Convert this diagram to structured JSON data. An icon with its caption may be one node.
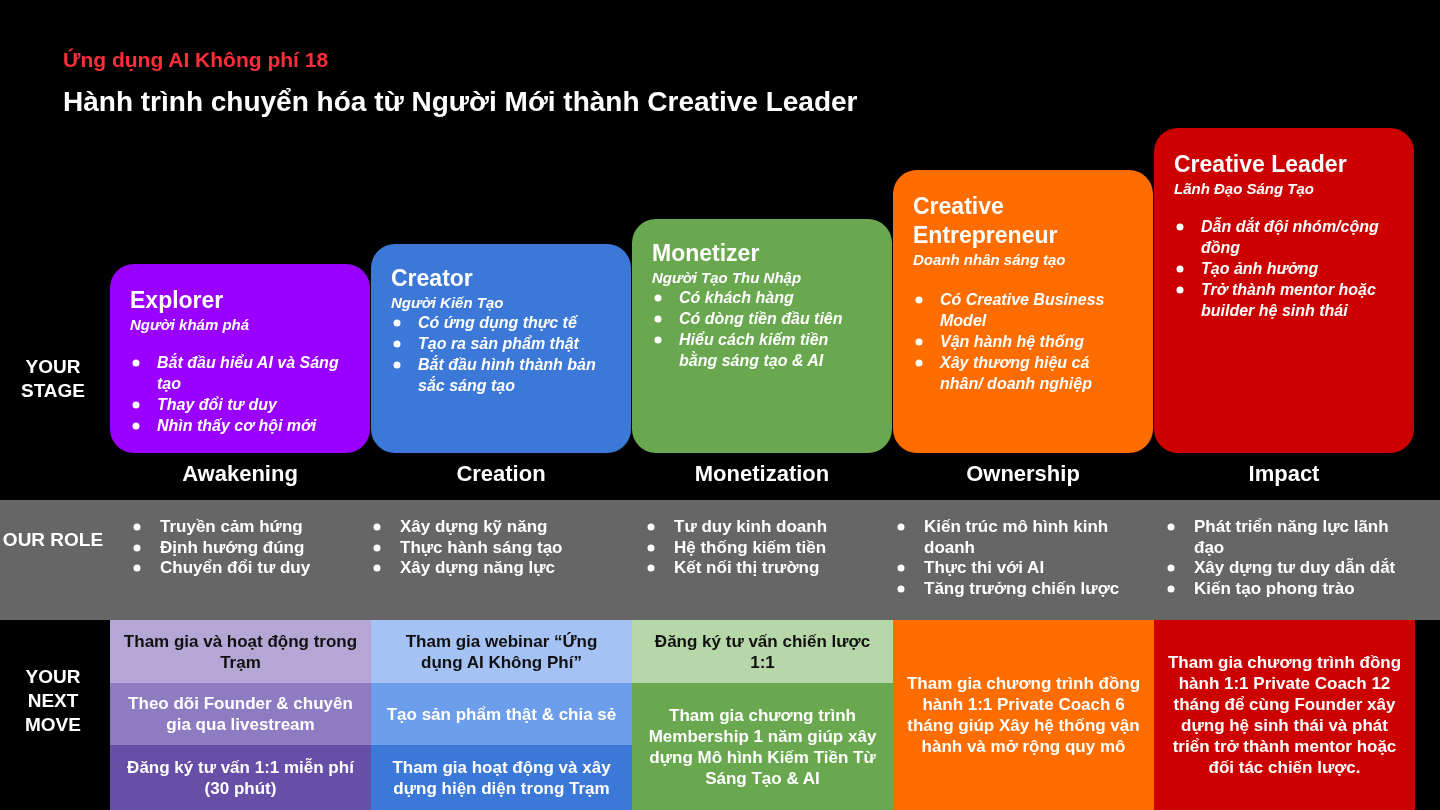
{
  "diagram": {
    "title": "Ứng dụng AI Không phí 18",
    "caption": "Hành trình chuyển hóa từ Người Mới thành Creative Leader",
    "nodes": [
      {
        "text": [
          "Explorer",
          "Người khám phá",
          "Bắt đầu hiểu AI và Sáng tạo",
          "Thay đổi tư duy",
          "Nhìn thấy cơ hội mới"
        ],
        "beside": [
          "Awakening"
        ]
      },
      {
        "text": [
          "Creator",
          "Người Kiến Tạo",
          "Có ứng dụng thực tế",
          "Tạo ra sản phẩm thật",
          "Bắt đầu hình thành bản sắc sáng tạo"
        ],
        "beside": [
          "Creation"
        ]
      },
      {
        "text": [
          "Monetizer",
          "Người Tạo Thu Nhập",
          "Có khách hàng",
          "Có dòng tiền đầu tiên",
          "Hiểu cách kiếm tiền bằng sáng tạo & AI"
        ],
        "beside": [
          "Monetization"
        ]
      },
      {
        "text": [
          "Creative Entrepreneur",
          "Doanh nhân sáng tạo",
          "Có Creative Business Model",
          "Vận hành hệ thống",
          "Xây thương hiệu cá nhân/ doanh nghiệp"
        ],
        "beside": [
          "Ownership"
        ]
      },
      {
        "text": [
          "Creative Leader",
          "Lãnh Đạo Sáng Tạo",
          "Dẫn dắt đội nhóm/cộng đồng",
          "Tạo ảnh hưởng",
          "Trở thành mentor hoặc builder hệ sinh thái"
        ],
        "beside": [
          "Impact"
        ]
      },
      {
        "text": [
          "OUR ROLE"
        ]
      },
      {
        "text": [
          "Tham gia và hoạt động trong Trạm"
        ]
      },
      {
        "text": [
          "Theo dõi Founder & chuyên gia qua livestream"
        ]
      },
      {
        "text": [
          "Đăng ký tư vấn 1:1 miễn phí (30 phút)"
        ]
      },
      {
        "text": [
          "Tham gia webinar “Ứng dụng AI Không Phí”"
        ]
      },
      {
        "text": [
          "Tạo sản phẩm thật & chia sẻ"
        ]
      },
      {
        "text": [
          "Tham gia hoạt động và xây dựng hiện diện trong Trạm"
        ]
      },
      {
        "text": [
          "Đăng ký tư vấn chiến lược 1:1"
        ]
      },
      {
        "text": [
          "Tham gia chương trình Membership 1 năm giúp xây dựng Mô hình Kiếm Tiền Từ Sáng Tạo & AI"
        ]
      },
      {
        "text": [
          "Tham gia chương trình đồng hành 1:1 Private Coach 6 tháng giúp Xây hệ thống vận hành và mở rộng quy mô"
        ]
      },
      {
        "text": [
          "Tham gia chương trình đồng hành 1:1 Private Coach  12 tháng để cùng Founder xây dựng hệ sinh thái và phát triển trở thành mentor hoặc đối tác chiến lược."
        ]
      }
    ],
    "labels": [
      "YOUR STAGE",
      "Truyền cảm hứng",
      "Định hướng đúng",
      "Chuyển đổi tư duy",
      "Xây dựng kỹ năng",
      "Thực hành sáng tạo",
      "Xây dựng năng lực",
      "Tư duy kinh doanh",
      "Hệ thống kiếm tiền",
      "Kết nối thị trường",
      "Kiến trúc mô hình kinh doanh",
      "Thực thi với AI",
      "Tăng trưởng chiến lược",
      "Phát triển năng lực lãnh đạo",
      "Xây dựng tư duy dẫn dắt",
      "Kiến tạo phong trào",
      "YOUR NEXT MOVE"
    ]
  }
}
